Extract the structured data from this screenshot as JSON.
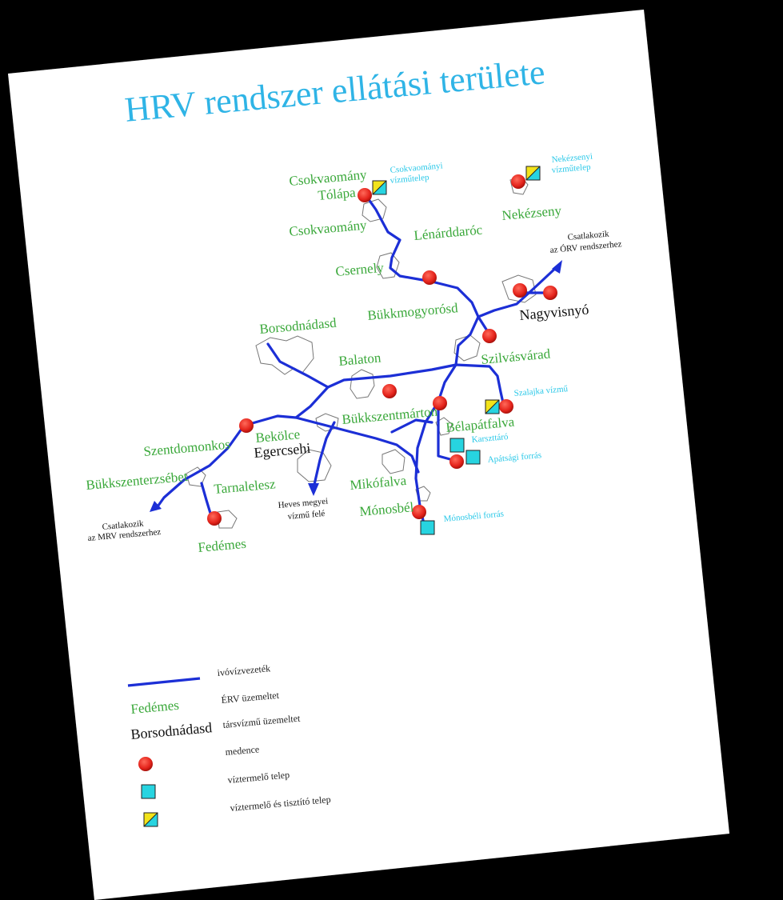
{
  "title": "HRV rendszer ellátási területe",
  "labels": {
    "csokvaomany_tolapa_1": "Csokvaomány",
    "csokvaomany_tolapa_2": "Tólápa",
    "csokvaomany": "Csokvaomány",
    "lenarddaroc": "Lénárddaróc",
    "csernely": "Csernely",
    "nekezseny": "Nekézseny",
    "bukkmogyorosd": "Bükkmogyorósd",
    "borsodnadasd": "Borsodnádasd",
    "szilvasvarad": "Szilvásvárad",
    "balaton": "Balaton",
    "bukkszentmarton": "Bükkszentmárton",
    "belapatfalva": "Bélapátfalva",
    "szentdomonkos": "Szentdomonkos",
    "bekolce": "Bekölce",
    "bukkszenterzsebet": "Bükkszenterzsébet",
    "tarnalelesz": "Tarnalelesz",
    "mikofalva": "Mikófalva",
    "monosbel": "Mónosbél",
    "fedemes": "Fedémes",
    "nagyvisnyo": "Nagyvisnyó",
    "egercsehi": "Egercsehi"
  },
  "plants": {
    "csokvaomanyi_1": "Csokvaományi",
    "csokvaomanyi_2": "vízműtelep",
    "nekezsenyi_1": "Nekézsenyi",
    "nekezsenyi_2": "vízműtelep",
    "szalajka": "Szalajka vízmű",
    "karszttaro": "Karszttáró",
    "apatsagi": "Apátsági forrás",
    "monosbeli": "Mónosbéli forrás"
  },
  "notes": {
    "orv_1": "Csatlakozik",
    "orv_2": "az ÓRV rendszerhez",
    "mrv_1": "Csatlakozik",
    "mrv_2": "az MRV rendszerhez",
    "heves_1": "Heves megyei",
    "heves_2": "vízmű felé"
  },
  "legend": {
    "pipe": "ivóvízvezeték",
    "erv_sample": "Fedémes",
    "erv": "ÉRV üzemeltet",
    "tarsviz_sample": "Borsodnádasd",
    "tarsviz": "társvízmű üzemeltet",
    "medence": "medence",
    "viztermelo": "víztermelő telep",
    "viztermelo_tisztito": "víztermelő és tisztító telep"
  },
  "colors": {
    "pipe": "#1c2fd6",
    "title": "#2fb4e6",
    "erv_label": "#3aa83a",
    "plant_label": "#29c8e8",
    "medence": "#e4231b",
    "viztermelo": "#27d4e0",
    "tisztito": "#f2e31a"
  }
}
